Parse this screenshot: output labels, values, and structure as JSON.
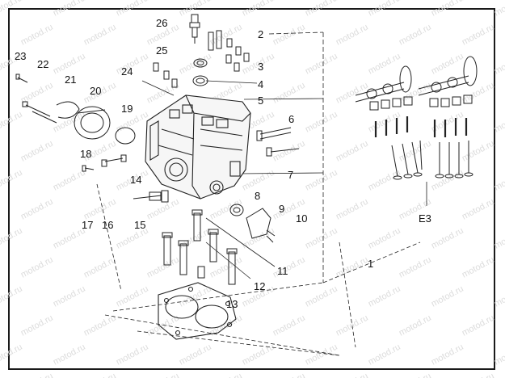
{
  "watermark": "motod.ru",
  "callouts": [
    {
      "id": "c26",
      "text": "26"
    },
    {
      "id": "c2",
      "text": "2"
    },
    {
      "id": "c25",
      "text": "25"
    },
    {
      "id": "c23",
      "text": "23"
    },
    {
      "id": "c22",
      "text": "22"
    },
    {
      "id": "c3",
      "text": "3"
    },
    {
      "id": "c24",
      "text": "24"
    },
    {
      "id": "c21",
      "text": "21"
    },
    {
      "id": "c4",
      "text": "4"
    },
    {
      "id": "c20",
      "text": "20"
    },
    {
      "id": "c5",
      "text": "5"
    },
    {
      "id": "c19",
      "text": "19"
    },
    {
      "id": "c6",
      "text": "6"
    },
    {
      "id": "c18",
      "text": "18"
    },
    {
      "id": "c14",
      "text": "14"
    },
    {
      "id": "c7",
      "text": "7"
    },
    {
      "id": "c8",
      "text": "8"
    },
    {
      "id": "c9",
      "text": "9"
    },
    {
      "id": "c10",
      "text": "10"
    },
    {
      "id": "c17",
      "text": "17"
    },
    {
      "id": "c16",
      "text": "16"
    },
    {
      "id": "c15",
      "text": "15"
    },
    {
      "id": "cE3",
      "text": "E3"
    },
    {
      "id": "c1",
      "text": "1"
    },
    {
      "id": "c11",
      "text": "11"
    },
    {
      "id": "c12",
      "text": "12"
    },
    {
      "id": "c13",
      "text": "13"
    }
  ]
}
